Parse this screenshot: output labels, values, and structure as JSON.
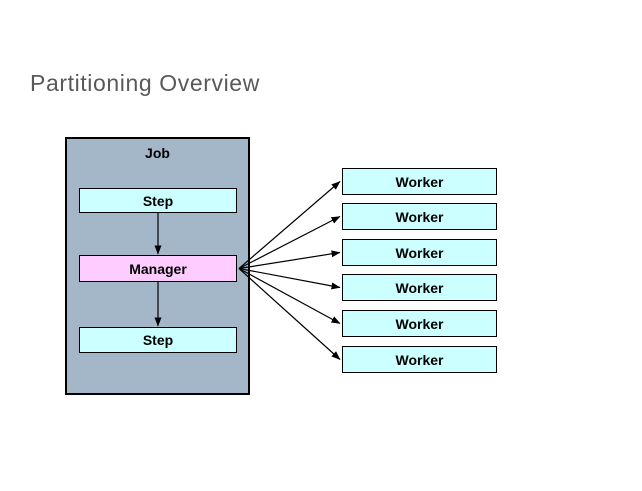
{
  "slide": {
    "title": "Partitioning Overview"
  },
  "diagram": {
    "job": {
      "label": "Job"
    },
    "nodes": [
      {
        "id": "step-1",
        "label": "Step"
      },
      {
        "id": "manager",
        "label": "Manager"
      },
      {
        "id": "step-2",
        "label": "Step"
      }
    ],
    "workers": [
      {
        "id": "worker-1",
        "label": "Worker"
      },
      {
        "id": "worker-2",
        "label": "Worker"
      },
      {
        "id": "worker-3",
        "label": "Worker"
      },
      {
        "id": "worker-4",
        "label": "Worker"
      },
      {
        "id": "worker-5",
        "label": "Worker"
      },
      {
        "id": "worker-6",
        "label": "Worker"
      }
    ],
    "connections": [
      {
        "from": "step-1",
        "to": "manager"
      },
      {
        "from": "manager",
        "to": "step-2"
      },
      {
        "from": "manager",
        "to": "worker-1"
      },
      {
        "from": "manager",
        "to": "worker-2"
      },
      {
        "from": "manager",
        "to": "worker-3"
      },
      {
        "from": "manager",
        "to": "worker-4"
      },
      {
        "from": "manager",
        "to": "worker-5"
      },
      {
        "from": "manager",
        "to": "worker-6"
      }
    ]
  },
  "colors": {
    "background": "#ffffff",
    "title_text": "#595959",
    "job_fill": "#a3b7c9",
    "step_fill": "#ccffff",
    "manager_fill": "#ffccff",
    "worker_fill": "#ccffff",
    "box_border": "#000000",
    "arrow": "#000000"
  }
}
